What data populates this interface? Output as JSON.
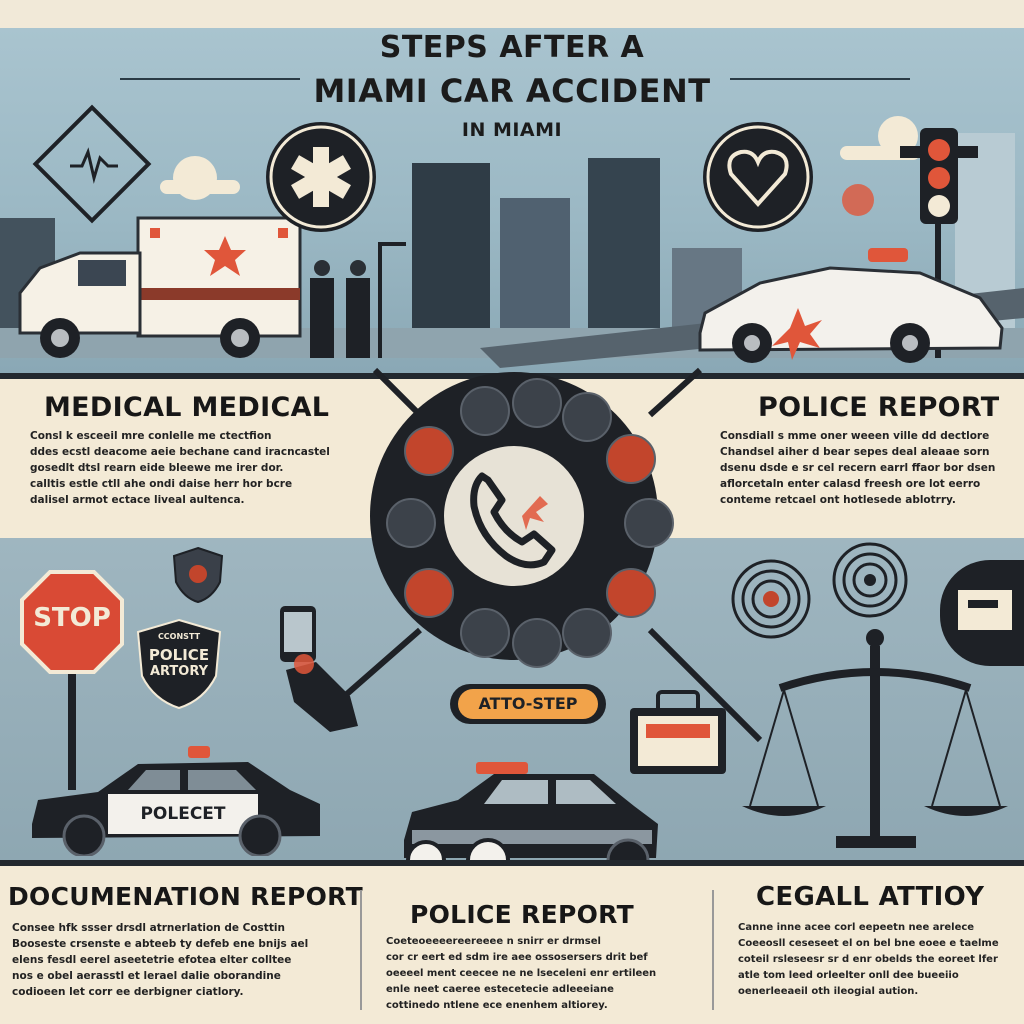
{
  "hero": {
    "title_line1": "STEPS AFTER A",
    "title_line2": "MIAMI CAR ACCIDENT",
    "subtitle": "IN MIAMI",
    "title_prefix_small": "IN"
  },
  "sections": {
    "medical": {
      "heading": "MEDICAL MEDICAL",
      "lines": [
        "Consl k esceeil mre conlelle me ctectfion",
        "ddes ecstl deacome aeie bechane cand iracncastel",
        "gosedlt dtsl rearn eide bleewe me irer dor.",
        "calltis estle ctll ahe ondi daise herr hor bcre",
        "dalisel armot ectace liveal aultenca."
      ]
    },
    "police_report_top": {
      "heading": "POLICE REPORT",
      "lines": [
        "Consdiall s mme oner weeen ville dd dectlore",
        "Chandsel aiher d bear sepes deal aleaae sorn",
        "dsenu dsde e sr cel recern earrl ffaor bor dsen",
        "aflorcetaln enter calasd freesh ore lot eerro",
        "conteme retcael ont hotlesede ablotrry."
      ]
    },
    "documentation": {
      "heading": "DOCUMENATION REPORT",
      "lines": [
        "Consee hfk ssser drsdl atrnerlation de Costtin",
        "Booseste crsenste e abteeb ty defeb ene bnijs ael",
        "elens fesdl eerel aseetetrie efotea elter colltee",
        "nos e obel aerasstl et lerael dalie oborandine",
        "codioeen let corr ee derbigner ciatlory."
      ]
    },
    "police_report_bottom": {
      "heading": "POLICE REPORT",
      "lines": [
        "Coeteoeeeereereeee n snirr er drmsel",
        "cor cr eert ed sdm ire aee ossosersers drit bef",
        "oeeeel ment ceecee ne ne lseceleni enr ertileen",
        "enle neet caeree estecetecie adleeeiane",
        "cottinedo ntlene ece enenhem altiorey."
      ]
    },
    "legal": {
      "heading": "CEGALL ATTIOY",
      "lines": [
        "Canne inne acee corl eepeetn nee arelece",
        "Coeeosll ceseseet el on bel bne eoee e taelme",
        "coteil rsleseesr sr d enr obelds the eoreet lfer",
        "atle tom leed orleelter onll dee bueeiio",
        "oenerleeaeil oth ileogial aution."
      ]
    }
  },
  "badges": {
    "stop": "STOP",
    "police_history_line1": "POLICE",
    "police_history_line2": "ARTORY",
    "police_history_top": "CCONSTT",
    "auto_step": "ATTO-STEP",
    "police_car": "POLECET"
  },
  "colors": {
    "accent_red": "#e0563a",
    "dark": "#1e2126",
    "sky": "#a9c4cf",
    "cream": "#f3ead6"
  }
}
